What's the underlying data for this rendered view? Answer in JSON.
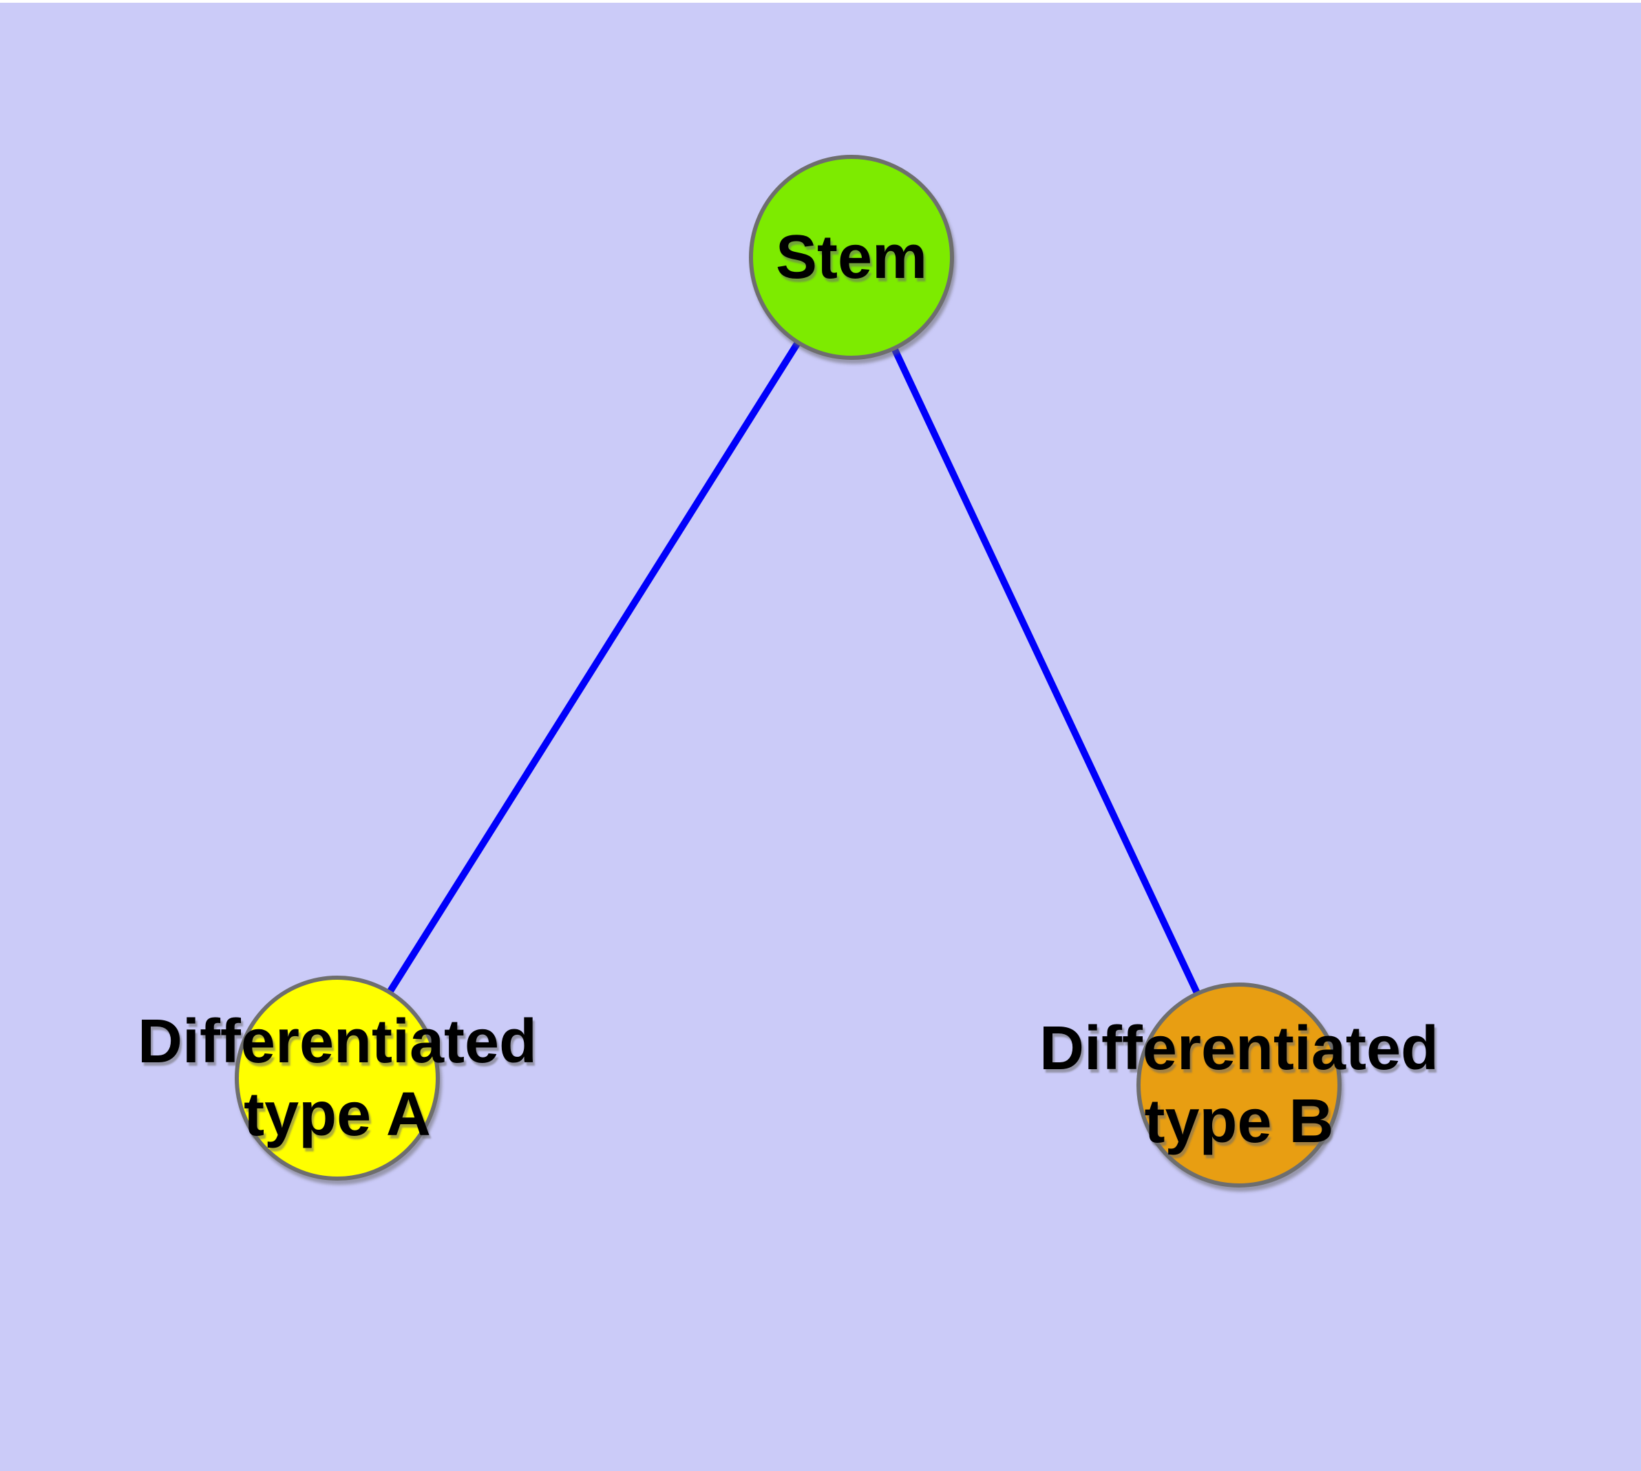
{
  "colors": {
    "background": "#CBCBF8",
    "edge": "#0000FA",
    "node_border": "#6E6E6E",
    "stem": "#7DEB00",
    "type_a": "#FFFF00",
    "type_b": "#E89E12"
  },
  "diagram": {
    "type": "graph",
    "nodes": [
      {
        "id": "stem",
        "label": "Stem",
        "label_lines": [
          "Stem"
        ],
        "color": "#7DEB00",
        "shape": "circle"
      },
      {
        "id": "type-a",
        "label": "Differentiated type A",
        "label_lines": [
          "Differentiated",
          "type A"
        ],
        "color": "#FFFF00",
        "shape": "circle"
      },
      {
        "id": "type-b",
        "label": "Differentiated type B",
        "label_lines": [
          "Differentiated",
          "type B"
        ],
        "color": "#E89E12",
        "shape": "circle"
      }
    ],
    "edges": [
      {
        "from": "Stem",
        "to": "Differentiated type A"
      },
      {
        "from": "Stem",
        "to": "Differentiated type B"
      }
    ]
  }
}
